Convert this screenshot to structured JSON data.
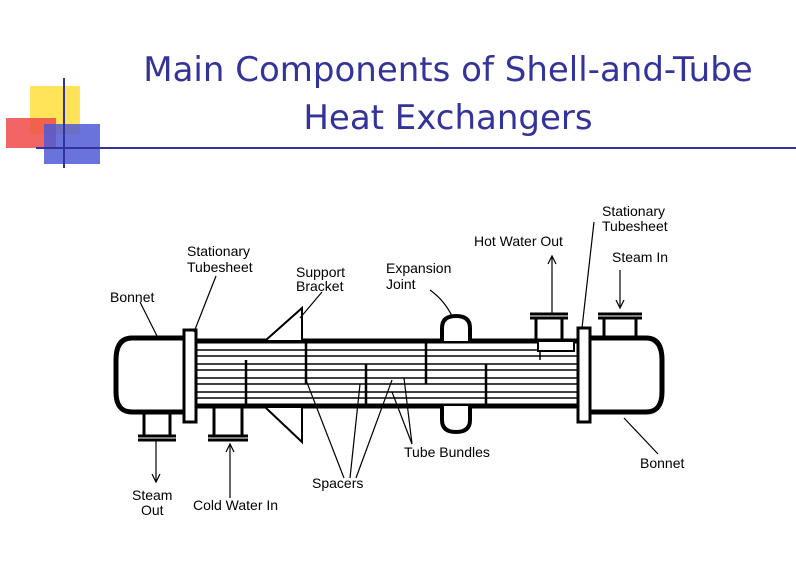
{
  "slide": {
    "title_line1": "Main Components of Shell-and-Tube",
    "title_line2": "Heat Exchangers",
    "title_color": "#333399",
    "accent_colors": {
      "yellow": "#FFE047",
      "red": "#F04A4A",
      "blue": "#4F5BD5",
      "rule": "#333399"
    }
  },
  "diagram": {
    "labels": {
      "bonnet_left": "Bonnet",
      "stationary_tubesheet_left_1": "Stationary",
      "stationary_tubesheet_left_2": "Tubesheet",
      "support_bracket_1": "Support",
      "support_bracket_2": "Bracket",
      "expansion_joint_1": "Expansion",
      "expansion_joint_2": "Joint",
      "hot_water_out": "Hot Water Out",
      "stationary_tubesheet_right_1": "Stationary",
      "stationary_tubesheet_right_2": "Tubesheet",
      "steam_in": "Steam In",
      "steam_out_1": "Steam",
      "steam_out_2": "Out",
      "cold_water_in": "Cold Water In",
      "spacers": "Spacers",
      "tube_bundles": "Tube Bundles",
      "bonnet_right": "Bonnet"
    }
  }
}
